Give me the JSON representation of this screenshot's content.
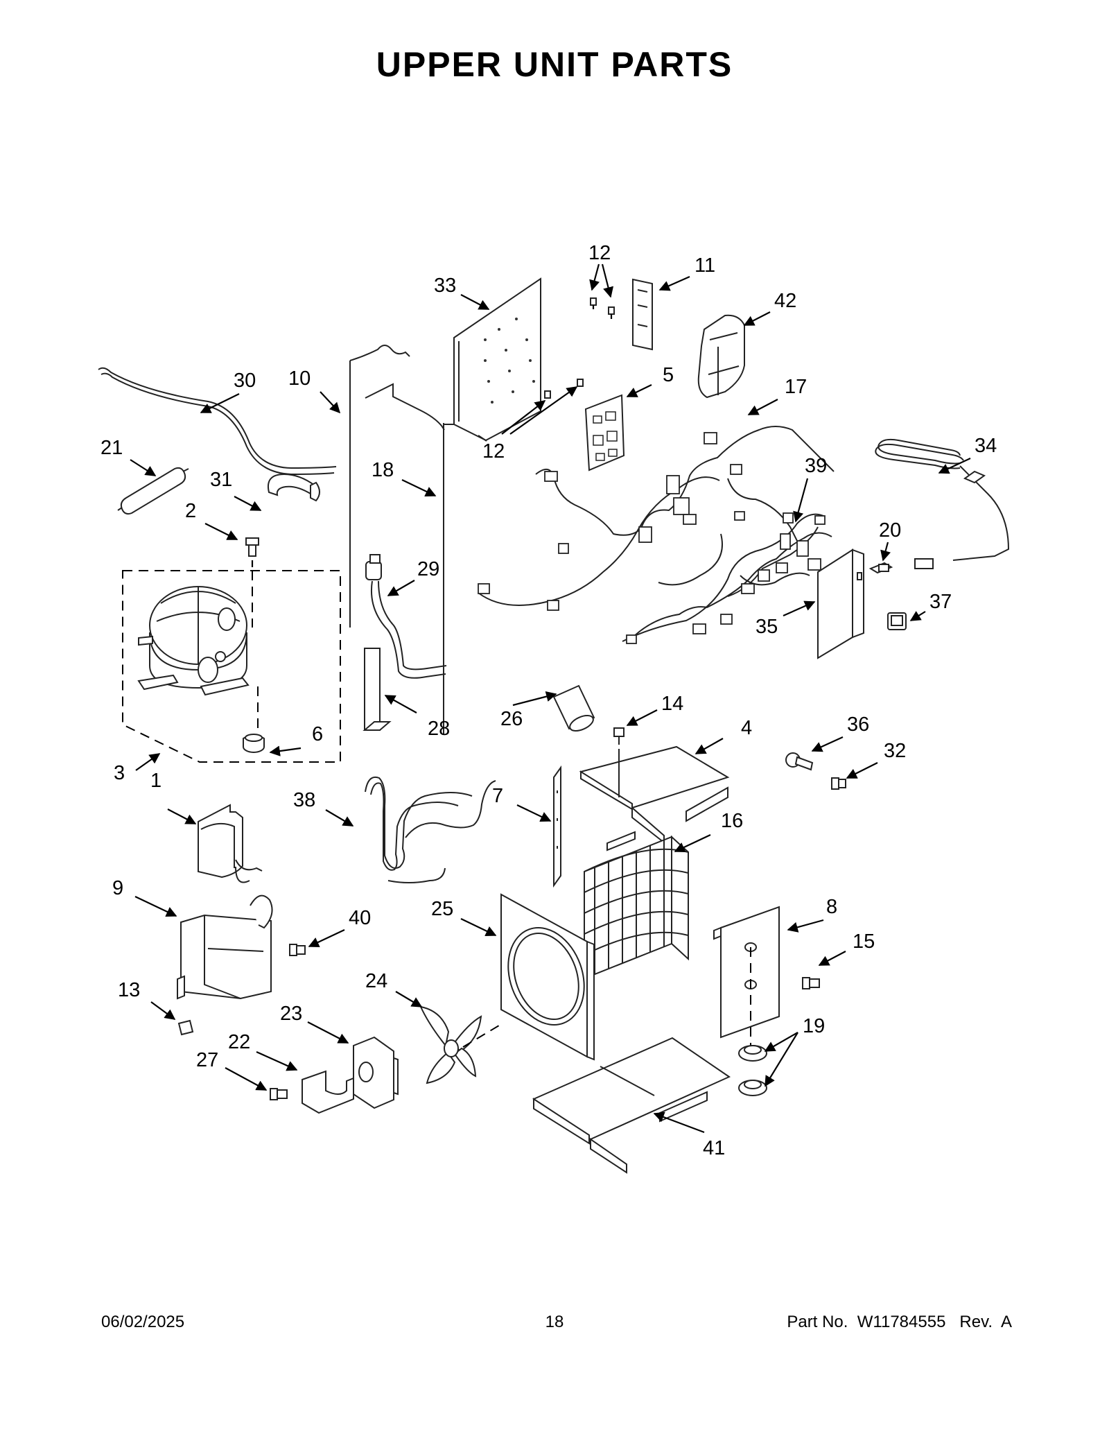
{
  "page": {
    "title": "UPPER UNIT PARTS",
    "footer": {
      "date": "06/02/2025",
      "page_number": "18",
      "part_info": "Part No.  W11784555   Rev.  A"
    }
  },
  "callouts": [
    "1",
    "2",
    "3",
    "4",
    "5",
    "6",
    "7",
    "8",
    "9",
    "10",
    "11",
    "12",
    "12",
    "13",
    "14",
    "15",
    "16",
    "17",
    "18",
    "19",
    "20",
    "21",
    "22",
    "23",
    "24",
    "25",
    "26",
    "27",
    "28",
    "29",
    "30",
    "31",
    "32",
    "33",
    "34",
    "35",
    "36",
    "37",
    "38",
    "39",
    "40",
    "41",
    "42"
  ]
}
